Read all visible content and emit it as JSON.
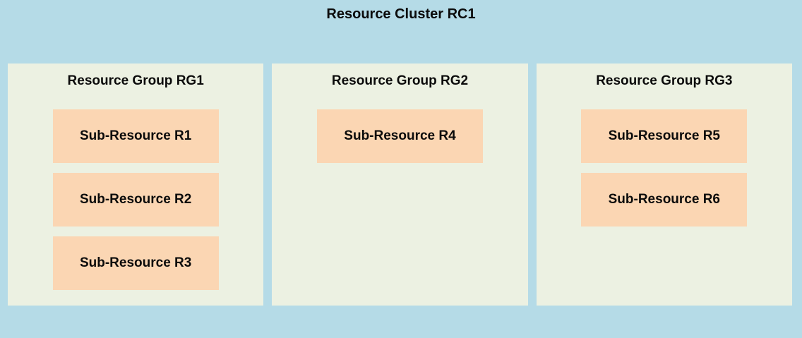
{
  "title": "Resource Cluster RC1",
  "colors": {
    "background": "#b5dbe7",
    "group_background": "#ecf1e2",
    "sub_resource_background": "#fbd6b3",
    "text": "#0b0b0b"
  },
  "groups": [
    {
      "label": "Resource Group RG1",
      "sub_resources": [
        "Sub-Resource R1",
        "Sub-Resource R2",
        "Sub-Resource R3"
      ]
    },
    {
      "label": "Resource Group RG2",
      "sub_resources": [
        "Sub-Resource R4"
      ]
    },
    {
      "label": "Resource Group RG3",
      "sub_resources": [
        "Sub-Resource R5",
        "Sub-Resource R6"
      ]
    }
  ]
}
